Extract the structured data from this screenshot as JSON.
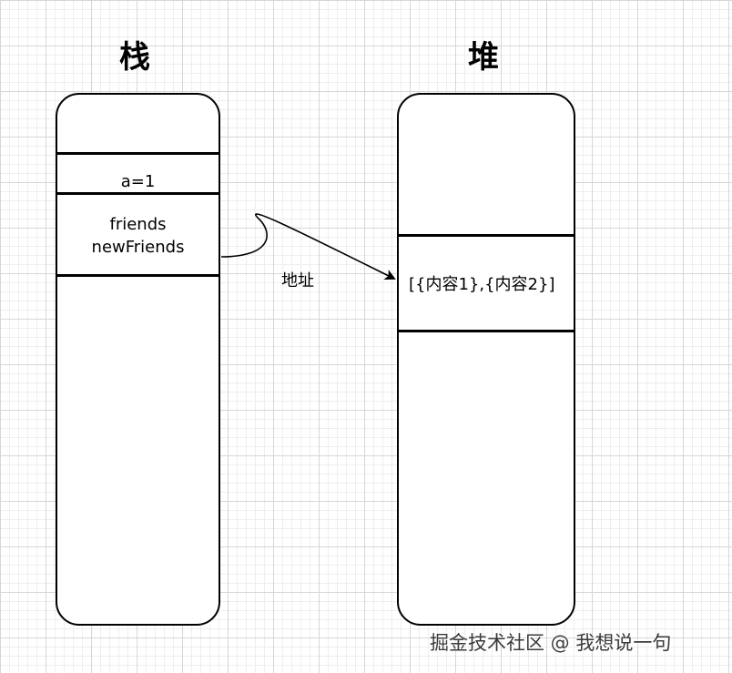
{
  "stack": {
    "title": "栈",
    "cells": {
      "a": "a=1",
      "friends_line1": "friends",
      "friends_line2": "newFriends"
    }
  },
  "heap": {
    "title": "堆",
    "content": "[{内容1},{内容2}]"
  },
  "arrow": {
    "label": "地址"
  },
  "watermark": "掘金技术社区 @ 我想说一句"
}
